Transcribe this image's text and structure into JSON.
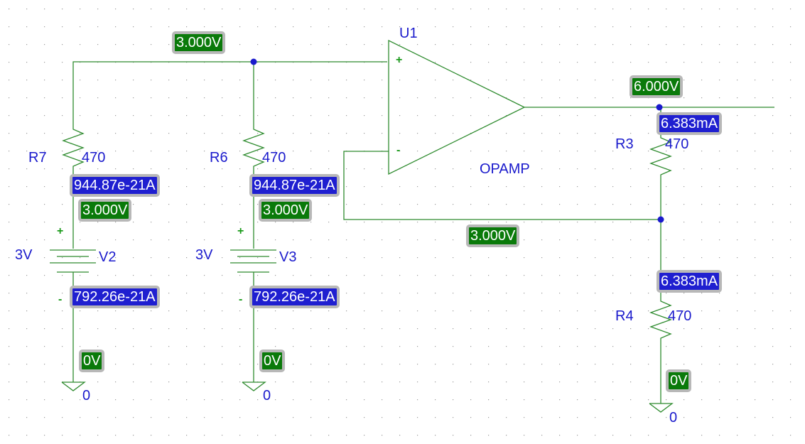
{
  "colors": {
    "wire": "#2e8b2e",
    "label": "#1a1acc",
    "voltage_tag": "#0a7a0a",
    "current_tag": "#1f1fd0",
    "junction": "#1a1acc"
  },
  "components": {
    "opamp": {
      "ref": "U1",
      "model": "OPAMP",
      "plus": "+",
      "minus": "-"
    },
    "r7": {
      "ref": "R7",
      "value": "470"
    },
    "r6": {
      "ref": "R6",
      "value": "470"
    },
    "r3": {
      "ref": "R3",
      "value": "470"
    },
    "r4": {
      "ref": "R4",
      "value": "470"
    },
    "v2": {
      "ref": "V2",
      "value": "3V",
      "plus": "+",
      "minus": "-"
    },
    "v3": {
      "ref": "V3",
      "value": "3V",
      "plus": "+",
      "minus": "-"
    },
    "gnd1": {
      "label": "0"
    },
    "gnd2": {
      "label": "0"
    },
    "gnd3": {
      "label": "0"
    }
  },
  "probes": {
    "v_top": "3.000V",
    "v_out": "6.000V",
    "i_r3": "6.383mA",
    "i_r7": "944.87e-21A",
    "v_r7": "3.000V",
    "i_r6": "944.87e-21A",
    "v_r6": "3.000V",
    "v_fb": "3.000V",
    "i_v2": "792.26e-21A",
    "i_v3": "792.26e-21A",
    "i_r4": "6.383mA",
    "v_gnd1": "0V",
    "v_gnd2": "0V",
    "v_gnd3": "0V"
  }
}
